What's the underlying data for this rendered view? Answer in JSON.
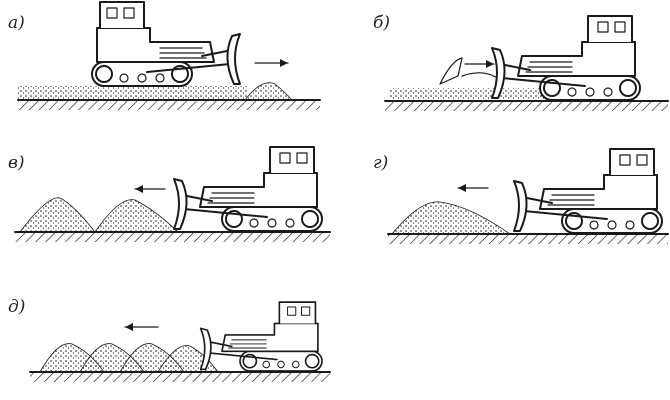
{
  "figure": {
    "panels": [
      {
        "id": "a",
        "label": "а)"
      },
      {
        "id": "b",
        "label": "б)"
      },
      {
        "id": "v",
        "label": "в)"
      },
      {
        "id": "g",
        "label": "г)"
      },
      {
        "id": "d",
        "label": "д)"
      }
    ]
  },
  "colors": {
    "ink": "#1a1a1a",
    "paper": "#ffffff"
  }
}
